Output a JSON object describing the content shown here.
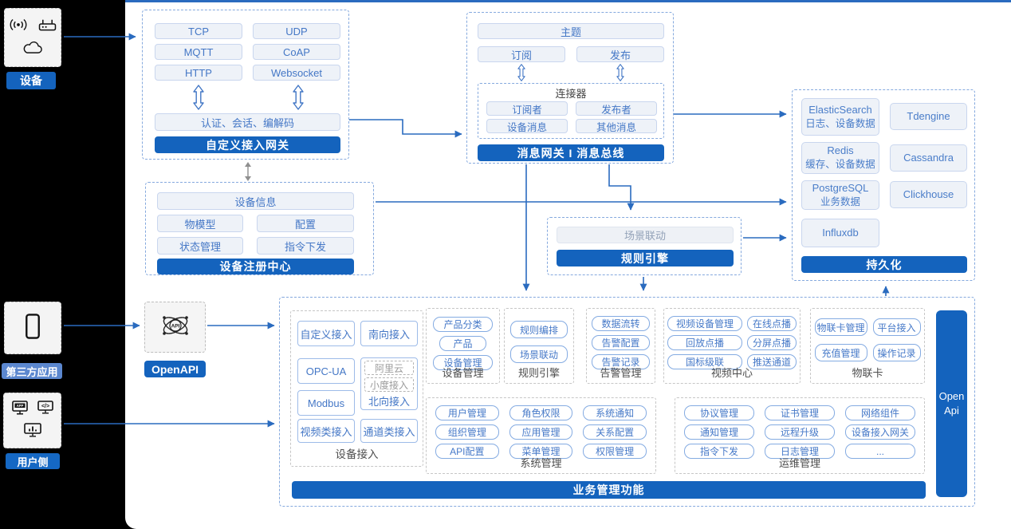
{
  "left_rail": {
    "device": {
      "label": "设备"
    },
    "third_party": {
      "label": "第三方应用"
    },
    "user_side": {
      "label": "用户侧"
    }
  },
  "gateway": {
    "title": "自定义接入网关",
    "protocols": [
      "TCP",
      "UDP",
      "MQTT",
      "CoAP",
      "HTTP",
      "Websocket"
    ],
    "auth": "认证、会话、编解码"
  },
  "message_bus": {
    "topic": "主题",
    "subscribe": "订阅",
    "publish": "发布",
    "connector": {
      "title": "连接器",
      "items": [
        "订阅者",
        "发布者",
        "设备消息",
        "其他消息"
      ]
    },
    "title": "消息网关 I 消息总线"
  },
  "persistence": {
    "title": "持久化",
    "stores": [
      {
        "name": "ElasticSearch",
        "desc": "日志、设备数据"
      },
      {
        "name": "Tdengine",
        "desc": ""
      },
      {
        "name": "Redis",
        "desc": "缓存、设备数据"
      },
      {
        "name": "Cassandra",
        "desc": ""
      },
      {
        "name": "PostgreSQL",
        "desc": "业务数据"
      },
      {
        "name": "Clickhouse",
        "desc": ""
      },
      {
        "name": "Influxdb",
        "desc": ""
      }
    ]
  },
  "registry": {
    "title": "设备注册中心",
    "info": "设备信息",
    "items": [
      "物模型",
      "配置",
      "状态管理",
      "指令下发"
    ]
  },
  "rule_engine_box": {
    "title": "规则引擎",
    "item": "场景联动"
  },
  "openapi": {
    "label": "OpenAPI"
  },
  "business": {
    "title": "业务管理功能",
    "open_api_bar": {
      "line1": "Open",
      "line2": "Api"
    },
    "device_access": {
      "label": "设备接入",
      "chips": [
        "自定义接入",
        "南向接入",
        "OPC-UA",
        "Modbus",
        "视频类接入",
        "通道类接入"
      ],
      "north": {
        "label": "北向接入",
        "items": [
          "阿里云",
          "小度接入"
        ]
      }
    },
    "device_mgmt": {
      "label": "设备管理",
      "chips": [
        "产品分类",
        "产品",
        "设备管理"
      ]
    },
    "rule": {
      "label": "规则引擎",
      "chips": [
        "规则编排",
        "场景联动"
      ]
    },
    "alarm": {
      "label": "告警管理",
      "chips": [
        "数据流转",
        "告警配置",
        "告警记录"
      ]
    },
    "video": {
      "label": "视频中心",
      "chips": [
        "视频设备管理",
        "在线点播",
        "回放点播",
        "分屏点播",
        "国标级联",
        "推送通道"
      ]
    },
    "iot_card": {
      "label": "物联卡",
      "chips": [
        "物联卡管理",
        "平台接入",
        "充值管理",
        "操作记录"
      ]
    },
    "system": {
      "label": "系统管理",
      "chips": [
        "用户管理",
        "角色权限",
        "系统通知",
        "组织管理",
        "应用管理",
        "关系配置",
        "API配置",
        "菜单管理",
        "权限管理"
      ]
    },
    "ops": {
      "label": "运维管理",
      "chips": [
        "协议管理",
        "证书管理",
        "网络组件",
        "通知管理",
        "远程升级",
        "设备接入网关",
        "指令下发",
        "日志管理",
        "..."
      ]
    }
  }
}
